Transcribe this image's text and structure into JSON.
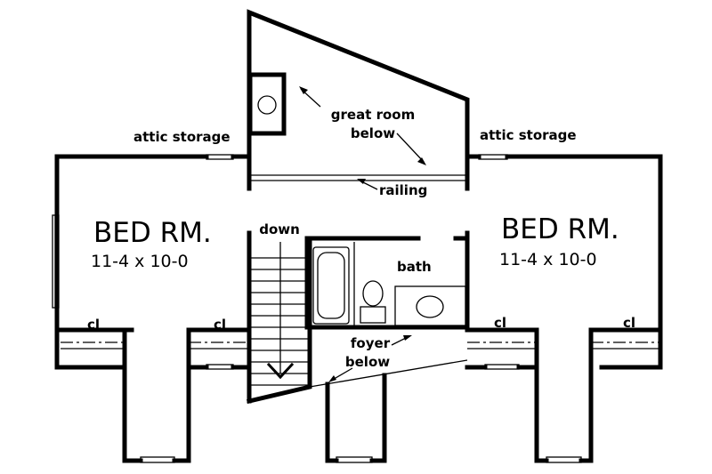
{
  "plan": {
    "attic_storage_left": "attic storage",
    "attic_storage_right": "attic storage",
    "great_room_line1": "great room",
    "great_room_line2": "below",
    "railing": "railing",
    "down": "down",
    "bath": "bath",
    "foyer_line1": "foyer",
    "foyer_line2": "below",
    "bedroom_left": {
      "name": "BED RM.",
      "dims": "11-4 x 10-0"
    },
    "bedroom_right": {
      "name": "BED RM.",
      "dims": "11-4 x 10-0"
    },
    "closet_labels": [
      "cl",
      "cl",
      "cl",
      "cl"
    ]
  }
}
